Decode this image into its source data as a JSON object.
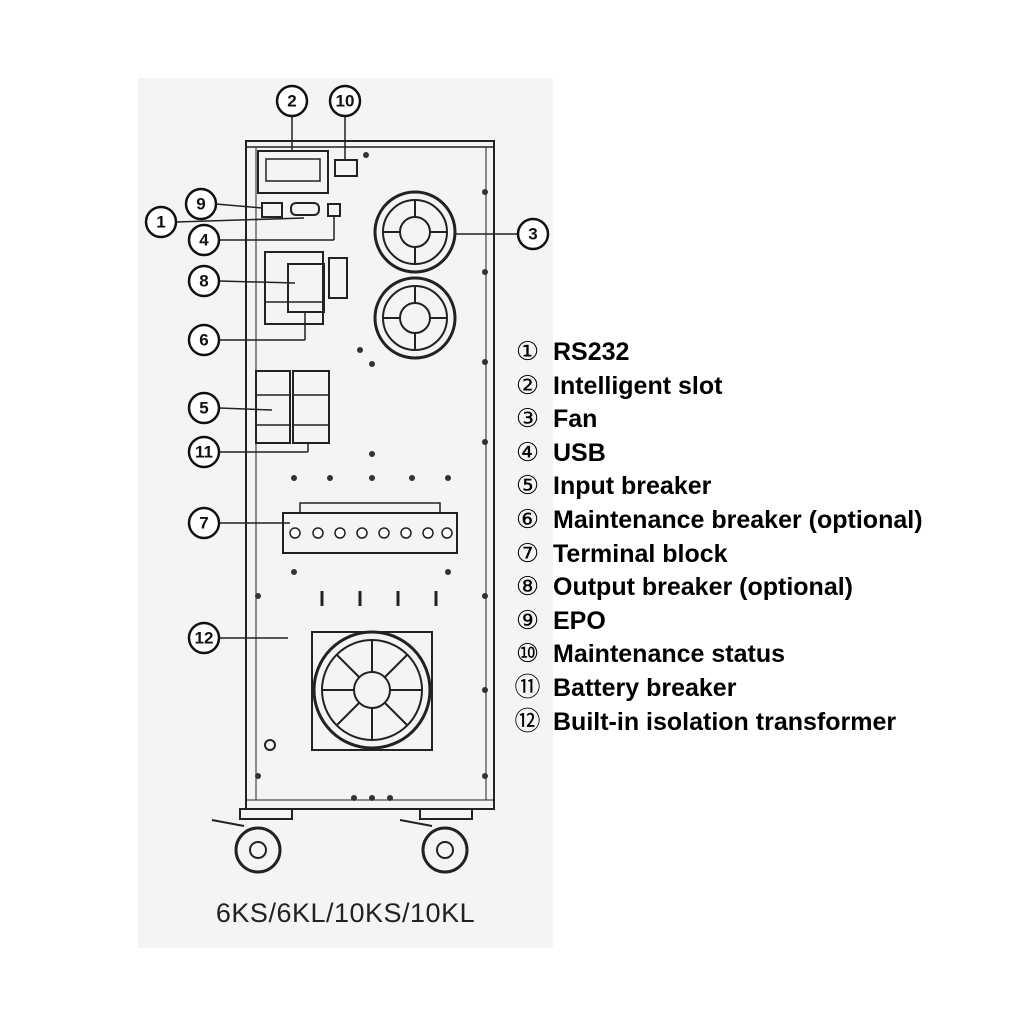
{
  "diagram": {
    "callouts": [
      "2",
      "10",
      "9",
      "1",
      "4",
      "3",
      "8",
      "6",
      "5",
      "11",
      "7",
      "12"
    ],
    "model_label": "6KS/6KL/10KS/10KL"
  },
  "legend": [
    {
      "num": "①",
      "label": "RS232"
    },
    {
      "num": "②",
      "label": "Intelligent slot"
    },
    {
      "num": "③",
      "label": "Fan"
    },
    {
      "num": "④",
      "label": "USB"
    },
    {
      "num": "⑤",
      "label": "Input breaker"
    },
    {
      "num": "⑥",
      "label": "Maintenance breaker (optional)"
    },
    {
      "num": "⑦",
      "label": "Terminal block"
    },
    {
      "num": "⑧",
      "label": "Output breaker (optional)"
    },
    {
      "num": "⑨",
      "label": "EPO"
    },
    {
      "num": "⑩",
      "label": "Maintenance status"
    },
    {
      "num": "⑪",
      "label": "Battery breaker"
    },
    {
      "num": "⑫",
      "label": "Built-in isolation transformer"
    }
  ]
}
